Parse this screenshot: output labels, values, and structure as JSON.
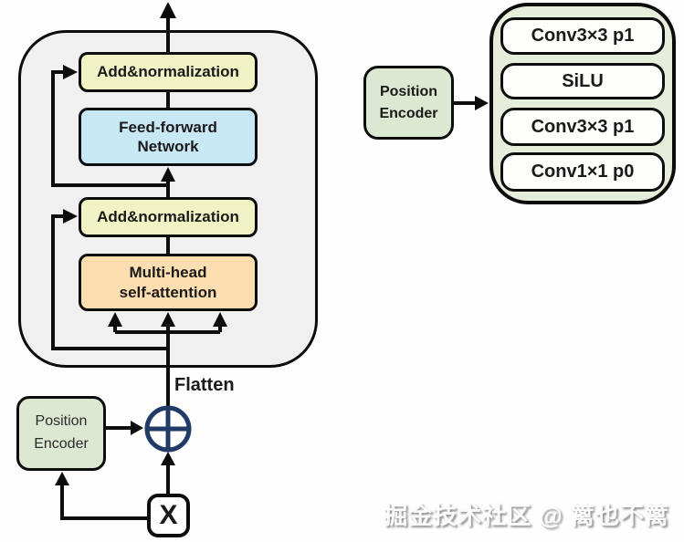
{
  "encoder": {
    "add_norm_1": "Add&normalization",
    "ffn_lines": [
      "Feed-forward",
      "Network"
    ],
    "add_norm_2": "Add&normalization",
    "mhsa_lines": [
      "Multi-head",
      "self-attention"
    ]
  },
  "flatten_label": "Flatten",
  "position_encoder_left_lines": [
    "Position",
    "Encoder"
  ],
  "input_label": "X",
  "position_encoder_right_lines": [
    "Position",
    "Encoder"
  ],
  "conv_stack": {
    "layers": [
      "Conv3×3 p1",
      "SiLU",
      "Conv3×3 p1",
      "Conv1×1 p0"
    ]
  },
  "watermark": "掘金技术社区 @ 篱也不篱",
  "colors": {
    "encoder_block_bg": "#f0f0f0",
    "add_norm_bg": "#f1f3c5",
    "ffn_bg": "#c9e8f6",
    "attention_bg": "#fcdeb0",
    "position_encoder_bg": "#dde8d2",
    "conv_stack_bg": "#e6eedb",
    "conv_layer_bg": "#fefefc",
    "sum_circle": "#213a66",
    "line": "#0d0d0d"
  }
}
